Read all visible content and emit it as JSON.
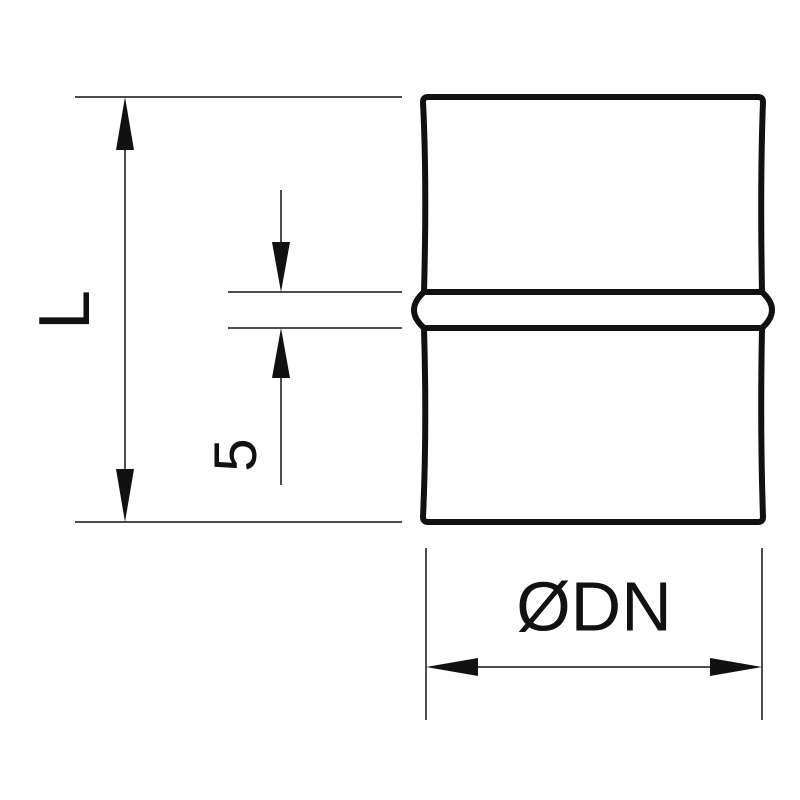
{
  "drawing": {
    "dimension_labels": {
      "length": "L",
      "bead_offset": "5",
      "diameter": "ØDN"
    },
    "colors": {
      "stroke": "#111111",
      "background": "#ffffff"
    }
  }
}
